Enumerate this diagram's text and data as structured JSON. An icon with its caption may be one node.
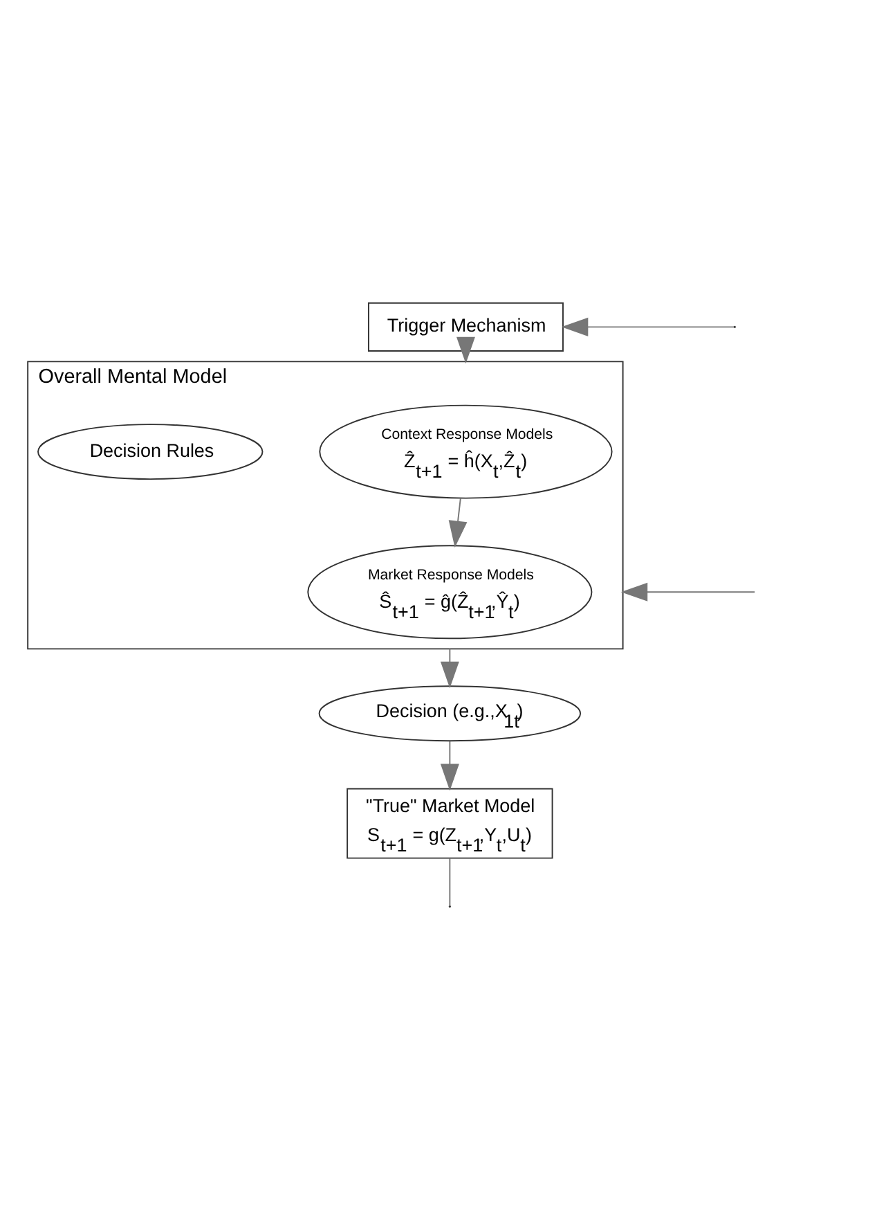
{
  "diagram": {
    "nodes": [
      {
        "text": [
          "Trigger Mechanism"
        ]
      },
      {
        "text": [
          "Overall Mental Model"
        ]
      },
      {
        "text": [
          "Context Response Models",
          "Ẑ$_{t+1}$ = ĥ(X$_{t}$,Ẑ$_{t}$)"
        ],
        "in": 1
      },
      {
        "text": [
          "Decision Rules"
        ],
        "in": 1
      },
      {
        "text": [
          "Market Response Models",
          "Ŝ$_{t+1}$ = ĝ(Ẑ$_{t+1}$,Ŷ$_{t}$)"
        ],
        "in": 1
      },
      {
        "text": [
          "Decision (e.g.,X$_{1t}$)"
        ]
      },
      {
        "text": [
          "\"True\" Market Model",
          "S$_{t+1}$ = g(Z$_{t+1}$,Y$_{t}$,U$_{t}$)"
        ]
      }
    ],
    "edges": [
      {
        "from": null,
        "to": 0,
        "arrow": "to"
      },
      {
        "from": 0,
        "to": 1,
        "arrow": "to"
      },
      {
        "from": 2,
        "to": 4,
        "arrow": "to"
      },
      {
        "from": null,
        "to": 1,
        "arrow": "to"
      },
      {
        "from": 1,
        "to": 5,
        "arrow": "to"
      },
      {
        "from": 5,
        "to": 6,
        "arrow": "to"
      },
      {
        "from": 6,
        "to": null,
        "arrow": "none"
      }
    ]
  }
}
